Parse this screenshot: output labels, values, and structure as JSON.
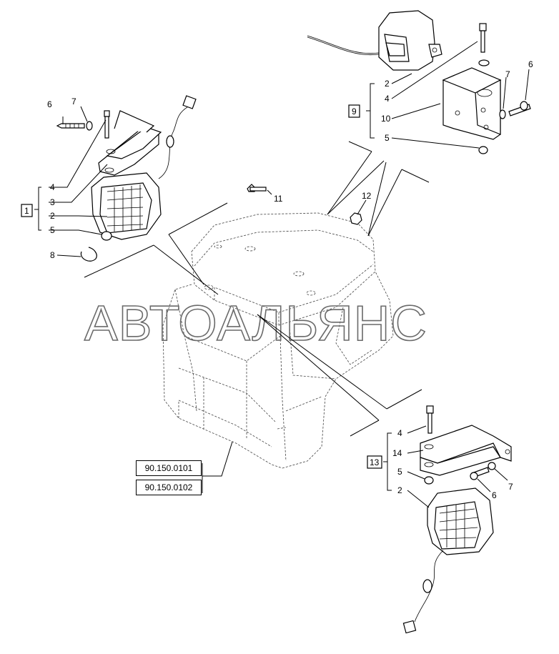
{
  "watermark": "АВТОАЛЬЯНС",
  "references": [
    {
      "id": "ref1",
      "label": "90.150.0101"
    },
    {
      "id": "ref2",
      "label": "90.150.0102"
    }
  ],
  "groups": {
    "g1": {
      "box": "1",
      "items": [
        "4",
        "3",
        "2",
        "5"
      ]
    },
    "g9": {
      "box": "9",
      "items": [
        "2",
        "4",
        "10",
        "5"
      ]
    },
    "g13": {
      "box": "13",
      "items": [
        "4",
        "14",
        "5",
        "2"
      ]
    }
  },
  "callouts": {
    "c6a": "6",
    "c7a": "7",
    "c8": "8",
    "c11": "11",
    "c12": "12",
    "c7b": "7",
    "c6b": "6",
    "c6c": "6",
    "c7c": "7"
  }
}
